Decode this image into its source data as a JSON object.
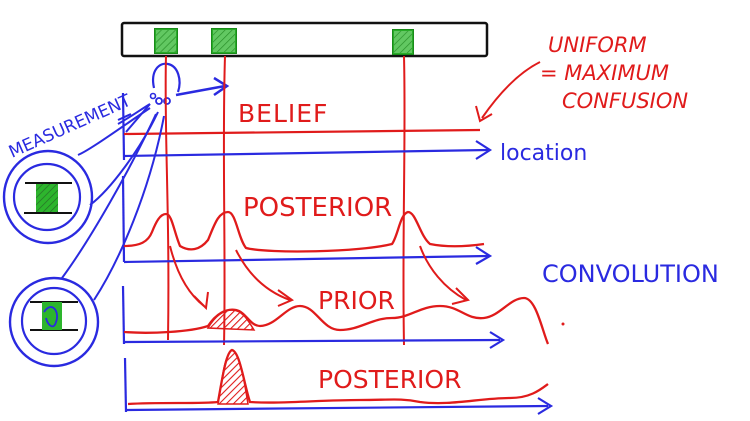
{
  "labels": {
    "belief": "BELIEF",
    "location": "location",
    "posterior_top": "POSTERIOR",
    "prior": "PRIOR",
    "posterior_bottom": "POSTERIOR",
    "measurement": "MEASUREMENT",
    "convolution": "CONVOLUTION",
    "uniform_line1": "UNIFORM",
    "uniform_line2": "= MAXIMUM",
    "uniform_line3": "CONFUSION"
  },
  "colors": {
    "red": "#e01b1b",
    "blue": "#2a2ae0",
    "green": "#2db52d",
    "black": "#111111"
  }
}
